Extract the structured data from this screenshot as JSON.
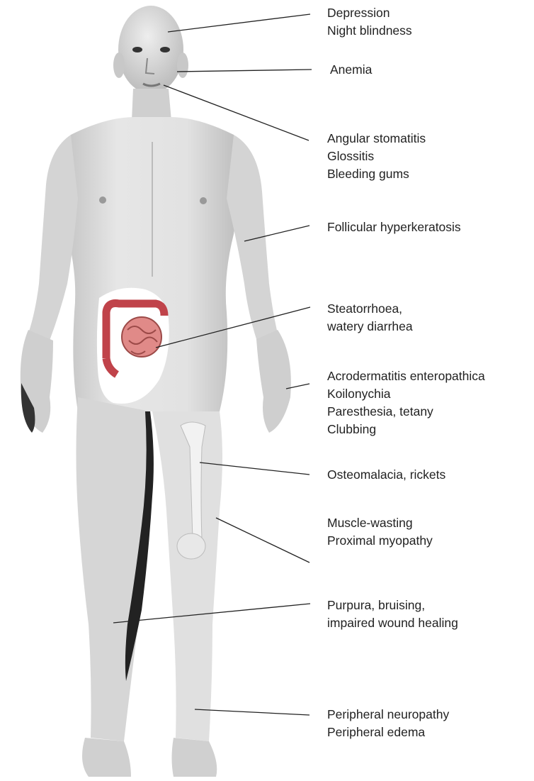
{
  "labels": {
    "head": [
      "Depression",
      "Night blindness"
    ],
    "ear": [
      "Anemia"
    ],
    "mouth": [
      "Angular stomatitis",
      "Glossitis",
      "Bleeding gums"
    ],
    "arm": [
      "Follicular hyperkeratosis"
    ],
    "gut": [
      "Steatorrhoea,",
      "watery diarrhea"
    ],
    "hand": [
      "Acrodermatitis enteropathica",
      "Koilonychia",
      "Paresthesia, tetany",
      "Clubbing"
    ],
    "bone": [
      "Osteomalacia, rickets"
    ],
    "muscle": [
      "Muscle-wasting",
      "Proximal myopathy"
    ],
    "skin": [
      "Purpura, bruising,",
      "impaired wound healing"
    ],
    "nerve": [
      "Peripheral neuropathy",
      "Peripheral edema"
    ]
  },
  "colors": {
    "skin": "#d9d9d9",
    "skin_shadow": "#8a8a8a",
    "intestine": "#c0434a",
    "small_intestine": "#e08a88",
    "leader_line": "#222222"
  }
}
